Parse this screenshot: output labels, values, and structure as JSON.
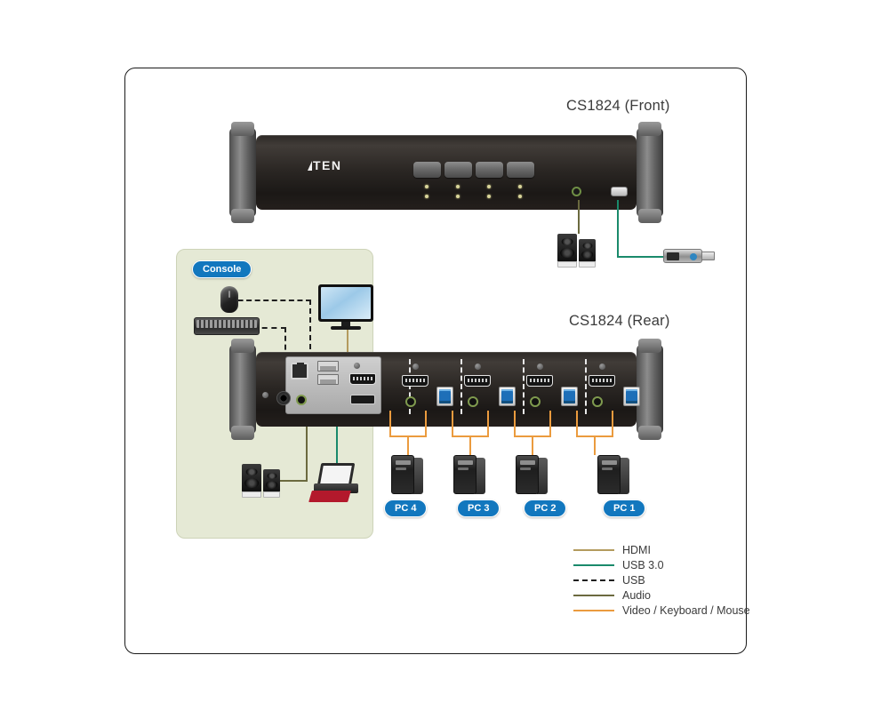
{
  "diagram": {
    "product": "CS1824",
    "titles": {
      "front": "CS1824 (Front)",
      "rear": "CS1824 (Rear)"
    },
    "console_badge": "Console",
    "pc_labels": [
      "PC 4",
      "PC 3",
      "PC 2",
      "PC 1"
    ],
    "legend": [
      {
        "label": "HDMI",
        "color": "#b49b5e",
        "style": "solid"
      },
      {
        "label": "USB 3.0",
        "color": "#1a8a6b",
        "style": "solid"
      },
      {
        "label": "USB",
        "color": "#1f1f1f",
        "style": "dashed"
      },
      {
        "label": "Audio",
        "color": "#6b6a3f",
        "style": "solid"
      },
      {
        "label": "Video / Keyboard / Mouse",
        "color": "#eb9b3e",
        "style": "solid"
      }
    ],
    "front_panel": {
      "logo": "ATEN",
      "port_buttons": 4,
      "led_pairs": 4,
      "audio_jack": "audio-out-jack",
      "usb_port": "usb-3-port"
    },
    "rear_panel": {
      "console_ports": [
        "firmware-rj45-port",
        "power-jack",
        "usb-a-port",
        "usb-a-port",
        "hdmi-out-port",
        "audio-jack",
        "usb-3-port"
      ],
      "pc_port_groups": 4,
      "group_ports": [
        "status-led",
        "hdmi-in-port",
        "audio-jack",
        "usb-b-3-port"
      ]
    },
    "peripherals": {
      "front": [
        "speakers",
        "usb-flash-drive"
      ],
      "console": [
        "mouse",
        "keyboard",
        "monitor",
        "speakers",
        "laptop-device"
      ],
      "computers": [
        "pc-tower",
        "pc-tower",
        "pc-tower",
        "pc-tower"
      ]
    },
    "colors": {
      "canvas": "#ffffff",
      "console_panel": "#e5e9d5",
      "badge": "#1277be",
      "chassis": "#2a2623"
    }
  }
}
